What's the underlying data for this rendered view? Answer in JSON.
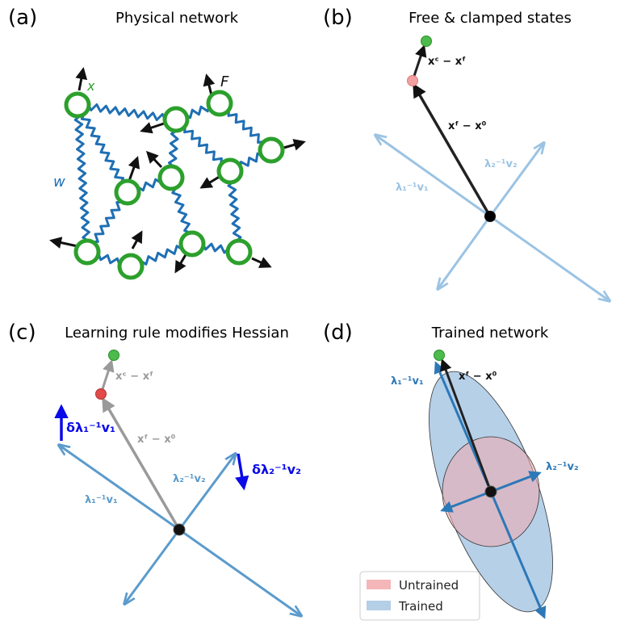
{
  "panels": {
    "a": {
      "label": "(a)",
      "title": "Physical network",
      "x_label": "x",
      "f_label": "F",
      "w_label": "w"
    },
    "b": {
      "label": "(b)",
      "title": "Free & clamped states",
      "clamp_label": "xᶜ − xᶠ",
      "free_label": "xᶠ − x⁰",
      "v1_label": "λ₁⁻¹v₁",
      "v2_label": "λ₂⁻¹v₂"
    },
    "c": {
      "label": "(c)",
      "title": "Learning rule modifies Hessian",
      "clamp_label": "xᶜ − xᶠ",
      "free_label": "xᶠ − x⁰",
      "v1_label": "λ₁⁻¹v₁",
      "v2_label": "λ₂⁻¹v₂",
      "dv1_label": "δλ₁⁻¹v₁",
      "dv2_label": "δλ₂⁻¹v₂"
    },
    "d": {
      "label": "(d)",
      "title": "Trained network",
      "free_label": "xᶠ − x⁰",
      "v1_label": "λ₁⁻¹v₁",
      "v2_label": "λ₂⁻¹v₂",
      "legend": [
        {
          "label": "Untrained",
          "color": "#f4b6b8"
        },
        {
          "label": "Trained",
          "color": "#b4cfe6"
        }
      ]
    }
  },
  "colors": {
    "spring": "#1f6fb4",
    "node": "#2ca02c",
    "arrow": "#111111",
    "light_blue": "#9bc3e3",
    "mid_blue": "#5b9bcc",
    "dark_blue": "#2c78b8",
    "delta_blue": "#0a0ae8",
    "grey": "#9a9a9a",
    "red_point": "#e04a4a",
    "pink_point": "#f2a0a0",
    "green_point": "#4cbb4c",
    "untrained_fill": "#f2a8ab",
    "trained_fill": "#9dc0e0"
  }
}
